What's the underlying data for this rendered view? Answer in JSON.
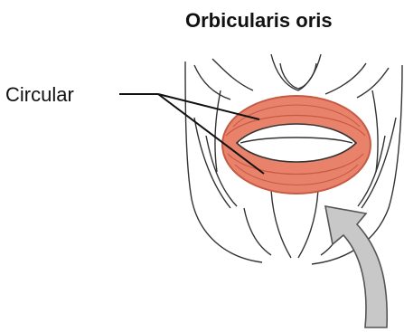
{
  "figure": {
    "title": "Orbicularis oris",
    "label": "Circular"
  },
  "colors": {
    "muscle": "#e8826a",
    "muscle_stroke": "#c85a45",
    "lips": "#ffffff",
    "outline": "#333333",
    "arrow_fill": "#c8c8c8",
    "arrow_stroke": "#555555"
  },
  "icons": [
    "leader-line",
    "curved-arrow"
  ]
}
